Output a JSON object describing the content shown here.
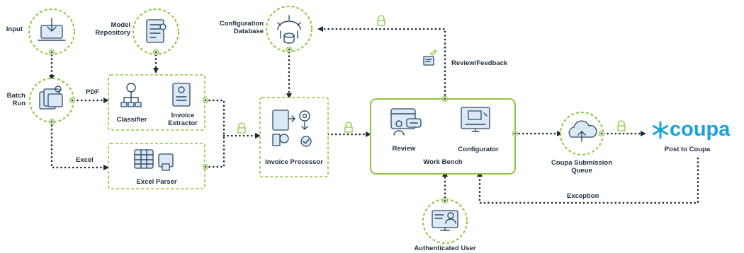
{
  "nodes": {
    "input": "Input",
    "model_repo_1": "Model",
    "model_repo_2": "Repository",
    "batch_1": "Batch",
    "batch_2": "Run",
    "classifier": "Classifier",
    "extractor_1": "Invoice",
    "extractor_2": "Extractor",
    "excel_parser": "Excel Parser",
    "config_db_1": "Configuration",
    "config_db_2": "Database",
    "invoice_processor": "Invoice Processor",
    "review": "Review",
    "configurator": "Configurator",
    "work_bench": "Work Bench",
    "coupa_queue_1": "Coupa Submission",
    "coupa_queue_2": "Queue",
    "post_to_coupa": "Post to Coupa",
    "auth_user": "Authenticated User"
  },
  "edges": {
    "pdf": "PDF",
    "excel": "Excel",
    "review_feedback": "Review/Feedback",
    "exception": "Exception"
  },
  "brand": {
    "logo_text": "coupa",
    "logo_color": "#1aa3d9"
  },
  "colors": {
    "accent": "#8cc63f",
    "line": "#1c2a3a",
    "icon": "#2b4a66"
  }
}
